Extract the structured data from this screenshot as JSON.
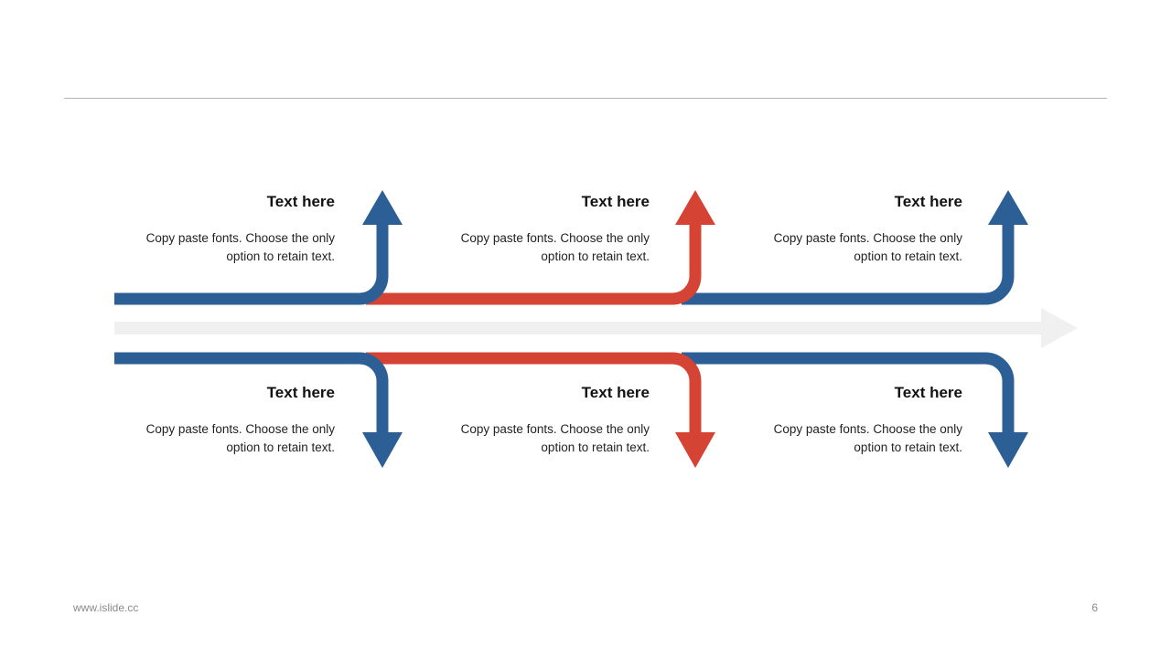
{
  "colors": {
    "blue": "#2c5f96",
    "red": "#d44333",
    "track": "#f0f0f0",
    "rule": "#b5b5b5"
  },
  "top": [
    {
      "heading": "Text here",
      "body_line1": "Copy paste fonts. Choose the only",
      "body_line2": "option to retain text.",
      "color": "blue"
    },
    {
      "heading": "Text here",
      "body_line1": "Copy paste fonts. Choose the only",
      "body_line2": "option to retain text.",
      "color": "red"
    },
    {
      "heading": "Text here",
      "body_line1": "Copy paste fonts. Choose the only",
      "body_line2": "option to retain text.",
      "color": "blue"
    }
  ],
  "bottom": [
    {
      "heading": "Text here",
      "body_line1": "Copy paste fonts. Choose the only",
      "body_line2": "option to retain text.",
      "color": "blue"
    },
    {
      "heading": "Text here",
      "body_line1": "Copy paste fonts. Choose the only",
      "body_line2": "option to retain text.",
      "color": "red"
    },
    {
      "heading": "Text here",
      "body_line1": "Copy paste fonts. Choose the only",
      "body_line2": "option to retain text.",
      "color": "blue"
    }
  ],
  "footer": {
    "url": "www.islide.cc",
    "page_number": "6"
  }
}
